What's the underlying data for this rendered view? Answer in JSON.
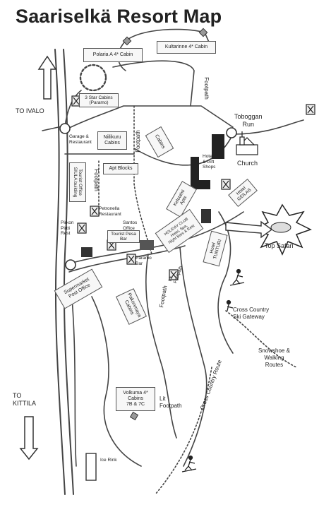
{
  "title": "Saariselkä Resort Map",
  "directions": {
    "ivalo": "TO IVALO",
    "kittila": "TO\nKITTILA"
  },
  "buildings": {
    "polaria": "Polaria A 4* Cabin",
    "kultarinne": "Kultarinne 4* Cabin",
    "three_star": "3 Star Cabins\n(Paramo)",
    "garage": "Garage &\nRestaurant",
    "niilikuru": "Niilikuru\nCabins",
    "cabins": "Cabins",
    "apt_blocks": "Apt Blocks",
    "tourist_office": "Tourist Office\nSIULA building",
    "petronella": "Petronella\nRestaurant",
    "hotel_gift": "Hotel\n& Gift\nShops",
    "church": "Church",
    "kelotahti": "Kelotahti\nApts",
    "hotel_geilas": "Hotel\nGEILAS",
    "holiday_club": "HOLIDAY CLUB\nHotel, Spa,\nNight Bars & Rest",
    "santos": "Santos\nOffice",
    "tourist_pesa": "Tourist Pesa\nBar",
    "paramo_bar": "Paramo\nBar",
    "pirtti": "Pirkon\nPirtti\nRest",
    "supermarket": "Supermarket\nPost Office",
    "hotel_tunturi": "Hotel\nTUNTURI",
    "pakonmaya": "Pakonmaya\nCabins",
    "volkuma": "Volkuma 4*\nCabins\n7B & 7C",
    "ice_rink": "Ice Rink"
  },
  "labels": {
    "footpath_top": "Footpath",
    "footpath_mid": "Footpath",
    "footpath_left": "Footpath",
    "footpath_low": "Footpath",
    "toboggan": "Toboggan\nRun",
    "top_safari": "Top Safari",
    "cross_country_gateway": "Cross Country\nSki Gateway",
    "snowshoe": "Snowshoe &\nWalking\nRoutes",
    "cross_country_route": "Cross Country Route",
    "lit_footpath": "Lit\nFootpath",
    "lit_vibe": "Lit\nFootpath"
  }
}
